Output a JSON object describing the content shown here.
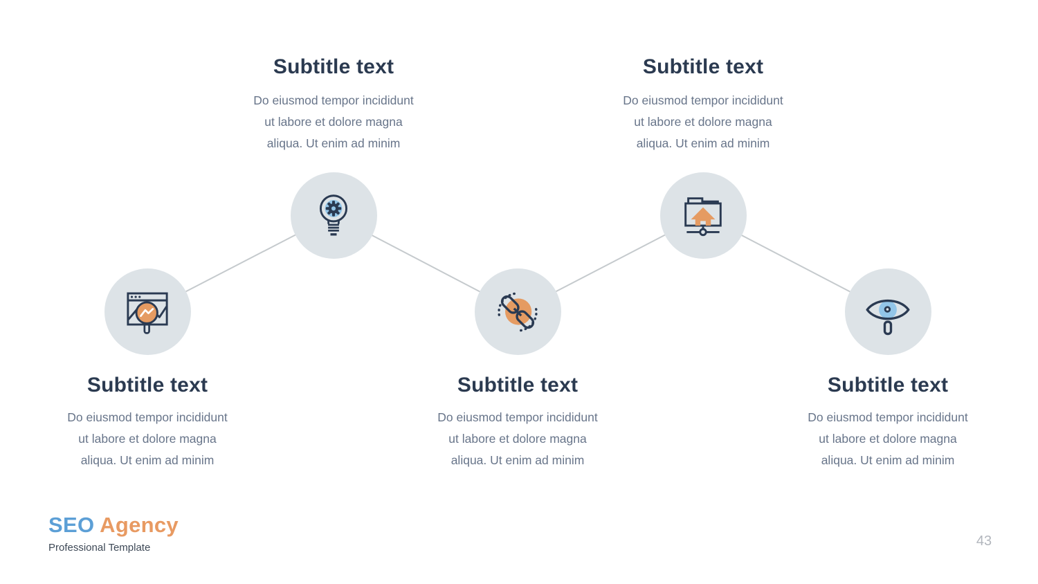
{
  "slide": {
    "background_color": "#ffffff",
    "circle_color": "#dde3e7",
    "connector_color": "#c5cacd",
    "icon_outline_color": "#2a3a52",
    "accent_orange": "#e59b62",
    "accent_blue": "#92c5e8",
    "title_color": "#2b3a50",
    "body_color": "#68758a",
    "page_number": "43"
  },
  "items": [
    {
      "icon": "analytics-search-icon",
      "title": "Subtitle text",
      "line1": "Do eiusmod tempor incididunt",
      "line2": "ut labore et dolore magna",
      "line3": "aliqua. Ut enim ad minim"
    },
    {
      "icon": "idea-lightbulb-gear-icon",
      "title": "Subtitle text",
      "line1": "Do eiusmod tempor incididunt",
      "line2": "ut labore et dolore magna",
      "line3": "aliqua. Ut enim ad minim"
    },
    {
      "icon": "link-building-icon",
      "title": "Subtitle text",
      "line1": "Do eiusmod tempor incididunt",
      "line2": "ut labore et dolore magna",
      "line3": "aliqua. Ut enim ad minim"
    },
    {
      "icon": "folder-home-network-icon",
      "title": "Subtitle text",
      "line1": "Do eiusmod tempor incididunt",
      "line2": "ut labore et dolore magna",
      "line3": "aliqua. Ut enim ad minim"
    },
    {
      "icon": "eye-visibility-search-icon",
      "title": "Subtitle text",
      "line1": "Do eiusmod tempor incididunt",
      "line2": "ut labore et dolore magna",
      "line3": "aliqua. Ut enim ad minim"
    }
  ],
  "footer": {
    "logo_primary": "SEO",
    "logo_secondary": "Agency",
    "tagline": "Professional Template"
  }
}
